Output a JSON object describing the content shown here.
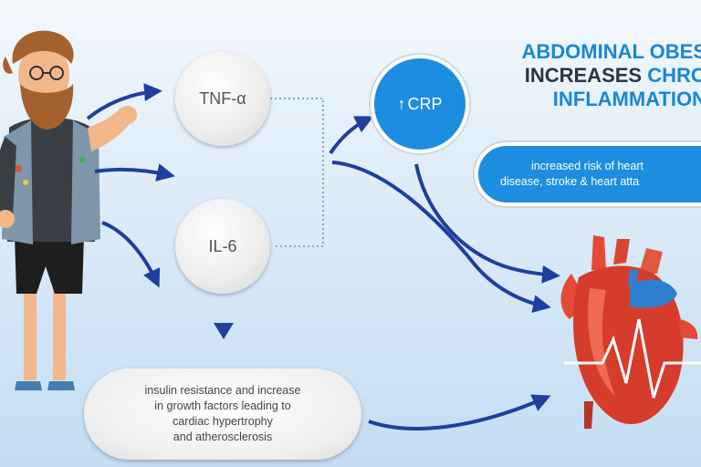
{
  "title": {
    "line1": "ABDOMINAL OBES",
    "line2_dark": "INCREASES ",
    "line2_accent": "CHRO",
    "line3": "INFLAMMATION"
  },
  "nodes": {
    "tnf": "TNF-α",
    "il6": "IL-6",
    "crp_arrow": "↑",
    "crp": "CRP"
  },
  "risk_box": {
    "line1": "increased risk of heart",
    "line2": "disease, stroke & heart atta"
  },
  "insulin_box": {
    "line1": "insulin resistance and increase",
    "line2": "in growth factors leading to",
    "line3": "cardiac hypertrophy",
    "line4": "and atherosclerosis"
  },
  "colors": {
    "accent": "#1d8de0",
    "arrow": "#1f3f9e",
    "title_dark": "#2e3440"
  },
  "icons": [
    "man-illustration",
    "heart-illustration",
    "ecg-line-icon",
    "down-triangle-icon"
  ]
}
